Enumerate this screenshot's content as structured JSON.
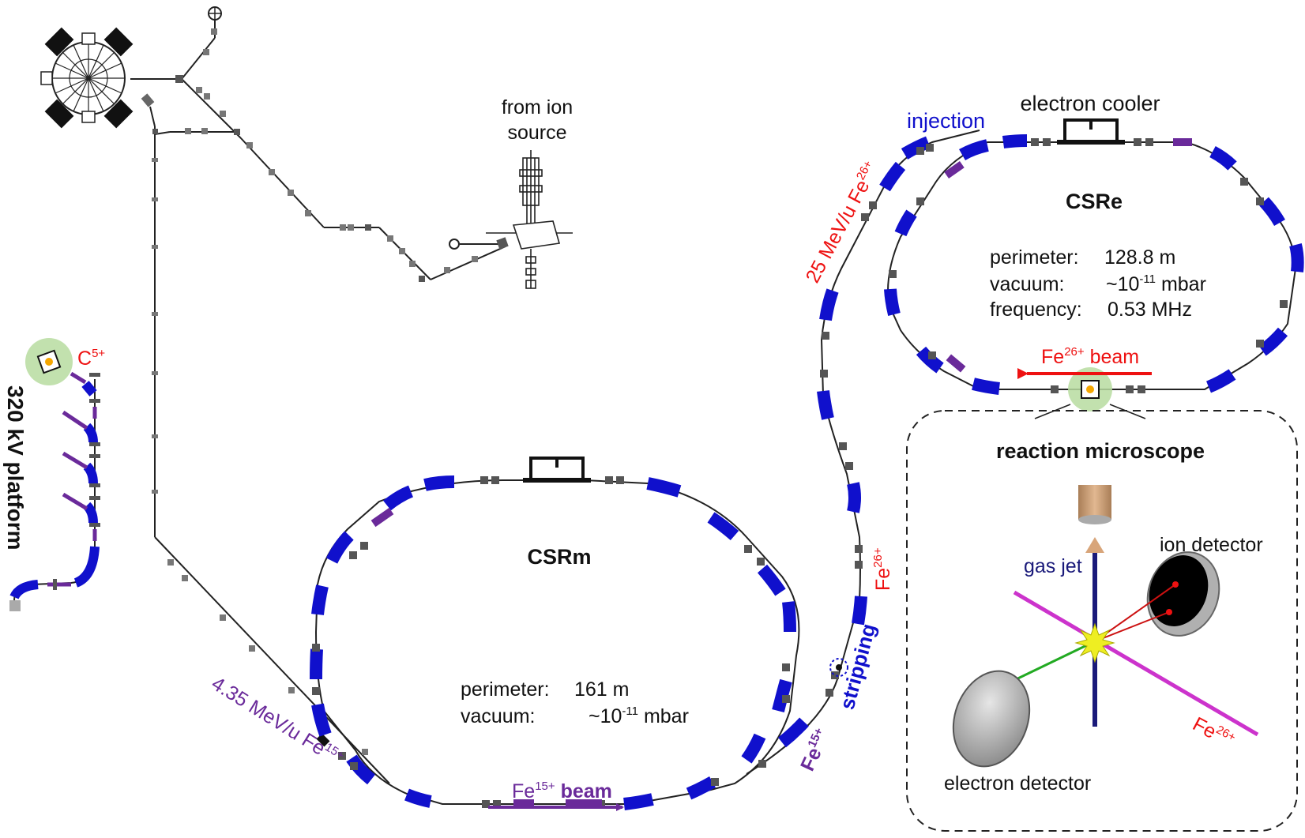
{
  "colors": {
    "line": "#222222",
    "dipole": "#1010cc",
    "quad": "#555555",
    "purple": "#6a2a9a",
    "red": "#ee1111",
    "green_halo": "#b7dca0",
    "jet": "#1a1a7a",
    "ion_beam": "#cc33cc"
  },
  "labels": {
    "from_ion_source_1": "from ion",
    "from_ion_source_2": "source",
    "platform": "320 kV platform",
    "c5": "C",
    "c5_sup": "5+",
    "csrm": "CSRm",
    "csrm_perimeter_key": "perimeter:",
    "csrm_perimeter_val": "161 m",
    "csrm_vacuum_key": "vacuum:",
    "csrm_vacuum_val_pre": "~10",
    "csrm_vacuum_val_sup": "-11",
    "csrm_vacuum_val_post": " mbar",
    "csrm_beam_fe": "Fe",
    "csrm_beam_sup": "15+",
    "csrm_beam_word": " beam",
    "inj_energy_pre": "4.35 MeV/u Fe",
    "inj_energy_sup": "15+",
    "fe15_near": "Fe",
    "fe15_near_sup": "15+",
    "stripping": "stripping",
    "fe26_vert": "Fe",
    "fe26_vert_sup": "26+",
    "energy_25_pre": "25 MeV/u Fe",
    "energy_25_sup": "26+",
    "injection": "injection",
    "electron_cooler": "electron cooler",
    "csre": "CSRe",
    "csre_perimeter_key": "perimeter:",
    "csre_perimeter_val": "128.8 m",
    "csre_vacuum_key": "vacuum:",
    "csre_vacuum_val_pre": "~10",
    "csre_vacuum_val_sup": "-11",
    "csre_vacuum_val_post": " mbar",
    "csre_freq_key": "frequency:",
    "csre_freq_val": "0.53 MHz",
    "csre_beam_fe": "Fe",
    "csre_beam_sup": "26+",
    "csre_beam_word": " beam",
    "reaction_microscope": "reaction microscope",
    "gas_jet": "gas jet",
    "ion_detector": "ion detector",
    "electron_detector": "electron detector",
    "fe26_rm": "Fe",
    "fe26_rm_sup": "26+"
  }
}
